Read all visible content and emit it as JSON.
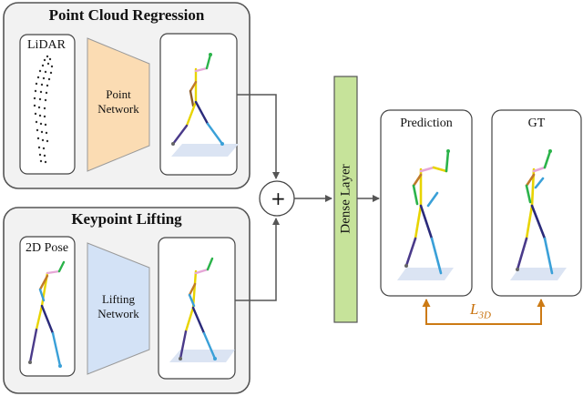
{
  "regression": {
    "title": "Point Cloud Regression",
    "input_label": "LiDAR",
    "network_line1": "Point",
    "network_line2": "Network"
  },
  "lifting": {
    "title": "Keypoint Lifting",
    "input_label": "2D Pose",
    "network_line1": "Lifting",
    "network_line2": "Network"
  },
  "fusion": {
    "symbol": "+"
  },
  "dense_layer": {
    "label": "Dense Layer"
  },
  "prediction": {
    "label": "Prediction"
  },
  "gt": {
    "label": "GT"
  },
  "loss": {
    "symbol": "L",
    "subscript": "3D"
  },
  "colors": {
    "point_network": "#fbdcb3",
    "lifting_network": "#d3e2f6",
    "dense_layer": "#c6e39a",
    "loss_arrow": "#cc7a14",
    "panel_bg": "#f2f2f2"
  }
}
